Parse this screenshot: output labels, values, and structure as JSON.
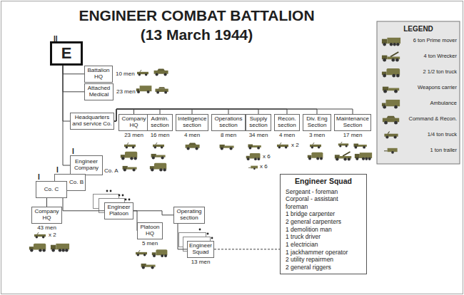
{
  "diagram": {
    "title": "ENGINEER COMBAT BATTALION (13 March 1944)",
    "nodes": [
      {
        "text": [
          "II",
          "E"
        ]
      },
      {
        "text": [
          "Battalion HQ",
          "10 men"
        ]
      },
      {
        "text": [
          "Attached Medical",
          "23 men"
        ]
      },
      {
        "text": [
          "Headquarters and service Co."
        ]
      },
      {
        "text": [
          "Company HQ",
          "23 men"
        ]
      },
      {
        "text": [
          "Admin. section",
          "16 men"
        ]
      },
      {
        "text": [
          "Intelligence section",
          "4 men"
        ]
      },
      {
        "text": [
          "Operations section",
          "8 men"
        ]
      },
      {
        "text": [
          "Supply section",
          "34 men"
        ]
      },
      {
        "text": [
          "Recon. section",
          "4 men"
        ]
      },
      {
        "text": [
          "Div. Eng Section",
          "3 men"
        ]
      },
      {
        "text": [
          "Maintenance Section",
          "17 men"
        ]
      },
      {
        "text": [
          "I",
          "Engineer Company",
          "Co. A"
        ]
      },
      {
        "text": [
          "I",
          "Co. B"
        ]
      },
      {
        "text": [
          "I",
          "Co. C"
        ]
      },
      {
        "text": [
          "Company HQ",
          "43 men"
        ]
      },
      {
        "text": [
          "Engineer Platoon"
        ]
      },
      {
        "text": [
          "Platoon HQ",
          "5 men"
        ]
      },
      {
        "text": [
          "Operating section"
        ]
      },
      {
        "text": [
          "Engineer Squad",
          "13 men"
        ]
      },
      {
        "text": [
          "Engineer Squad",
          "Sergeant - foreman",
          "Corporal - assistant foreman",
          "1 bridge carpenter",
          "2 general carpenters",
          "1 demolition man",
          "1 truck driver",
          "1 electrician",
          "1 jackhammer operator",
          "2 utility repairmen",
          "2 general riggers"
        ]
      }
    ],
    "edges": [
      {
        "from": 0,
        "to": 1,
        "arrow": "none"
      },
      {
        "from": 0,
        "to": 2,
        "arrow": "none"
      },
      {
        "from": 0,
        "to": 3,
        "arrow": "none"
      },
      {
        "from": 0,
        "to": 12,
        "arrow": "none"
      },
      {
        "from": 3,
        "to": 4,
        "arrow": "none"
      },
      {
        "from": 3,
        "to": 5,
        "arrow": "none"
      },
      {
        "from": 3,
        "to": 6,
        "arrow": "none"
      },
      {
        "from": 3,
        "to": 7,
        "arrow": "none"
      },
      {
        "from": 3,
        "to": 8,
        "arrow": "none"
      },
      {
        "from": 3,
        "to": 9,
        "arrow": "none"
      },
      {
        "from": 3,
        "to": 10,
        "arrow": "none"
      },
      {
        "from": 3,
        "to": 11,
        "arrow": "none"
      },
      {
        "from": 14,
        "to": 15,
        "arrow": "none"
      },
      {
        "from": 14,
        "to": 16,
        "arrow": "none"
      },
      {
        "from": 16,
        "to": 17,
        "arrow": "none"
      },
      {
        "from": 16,
        "to": 18,
        "arrow": "none"
      },
      {
        "from": 18,
        "to": 19,
        "arrow": "none"
      },
      {
        "from": 19,
        "to": 20,
        "arrow": "none"
      }
    ],
    "labels": [
      "LEGEND",
      "x 2",
      "x 6",
      "x 6",
      "x 2"
    ],
    "legend": [
      {
        "text": "6 ton Prime mover"
      },
      {
        "text": "4 ton Wrecker"
      },
      {
        "text": "2 1/2 ton truck"
      },
      {
        "text": "Weapons carrier"
      },
      {
        "text": "Ambulance"
      },
      {
        "text": "Command & Recon."
      },
      {
        "text": "1/4 ton truck"
      },
      {
        "text": "1 ton trailer"
      }
    ]
  }
}
